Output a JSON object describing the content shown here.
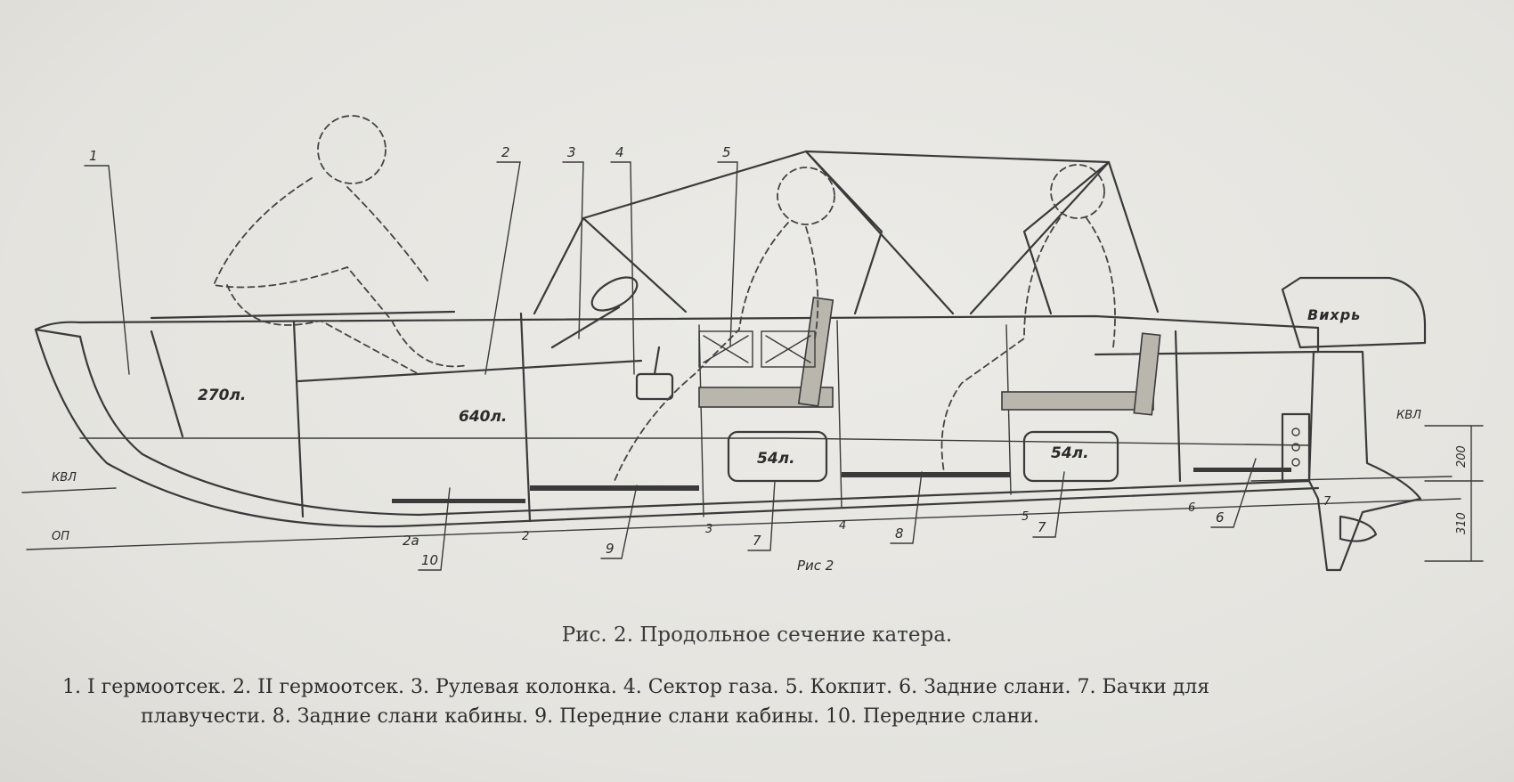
{
  "figure_label": "Рис 2",
  "caption": {
    "title": "Рис. 2. Продольное сечение катера.",
    "legend_line1": "1. I гермоотсек. 2. II гермоотсек. 3. Рулевая колонка. 4. Сектор газа.   5. Кокпит.   6. Задние слани. 7. Бачки для",
    "legend_line2": "плавучести.     8. Задние слани кабины.  9. Передние слани кабины. 10. Передние слани."
  },
  "drawing": {
    "callouts": [
      "1",
      "2",
      "3",
      "4",
      "5",
      "6",
      "7",
      "8",
      "9",
      "10",
      "2а"
    ],
    "hull_marks": [
      "2",
      "3",
      "4",
      "5",
      "6",
      "7"
    ],
    "volumes": {
      "bow_compartment": "270л.",
      "second_compartment": "640л.",
      "tank_left": "54л.",
      "tank_right": "54л."
    },
    "waterline_left": "КВЛ",
    "baseline_left": "ОП",
    "waterline_right": "КВЛ",
    "dimension_upper": "200",
    "dimension_lower": "310",
    "motor_brand": "Вихрь"
  }
}
